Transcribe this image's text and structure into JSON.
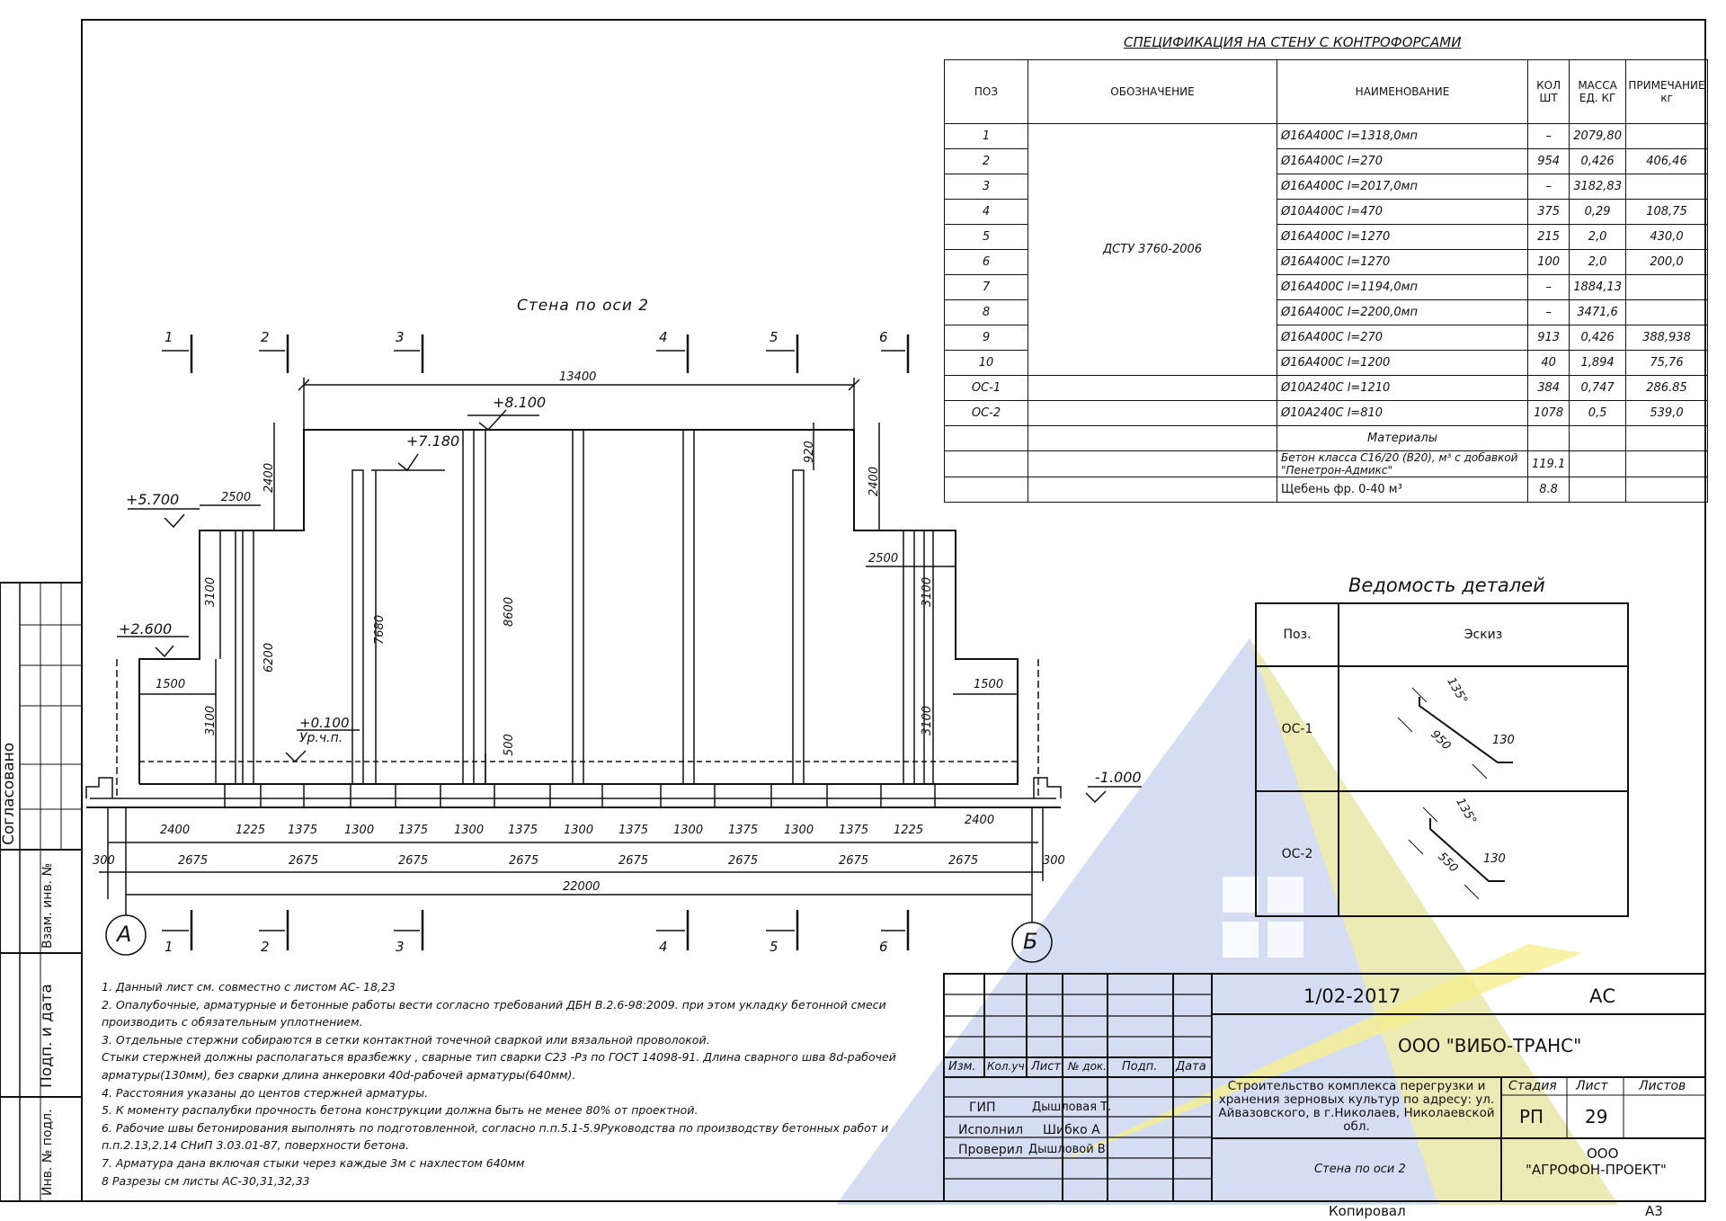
{
  "drawing": {
    "title": "Стена по оси 2",
    "levels": [
      "+8.100",
      "+7.180",
      "+5.700",
      "+2.600",
      "+0.100",
      "Ур.ч.п.",
      "-1.000"
    ],
    "axis_marks": [
      "1",
      "2",
      "3",
      "4",
      "5",
      "6"
    ],
    "axes": [
      "А",
      "Б"
    ],
    "dims_top": [
      "13400",
      "2500",
      "2500",
      "2400",
      "2400",
      "920",
      "1500",
      "1500"
    ],
    "dims_vertical": [
      "3100",
      "6200",
      "7680",
      "8600",
      "500",
      "3100",
      "3100",
      "3100"
    ],
    "dims_row1": [
      "2400",
      "1225",
      "1375",
      "1300",
      "1375",
      "1300",
      "1375",
      "1300",
      "1375",
      "1300",
      "1375",
      "1300",
      "1375",
      "1225",
      "2400"
    ],
    "dims_row2": [
      "300",
      "2675",
      "2675",
      "2675",
      "2675",
      "2675",
      "2675",
      "2675",
      "2675",
      "300"
    ],
    "dim_total": "22000"
  },
  "spec": {
    "title": "СПЕЦИФИКАЦИЯ НА СТЕНУ С КОНТРОФОРСАМИ",
    "headers": [
      "ПОЗ",
      "ОБОЗНАЧЕНИЕ",
      "НАИМЕНОВАНИЕ",
      "КОЛ ШТ",
      "МАССА ЕД. КГ",
      "ПРИМЕЧАНИЕ кг"
    ],
    "designation": "ДСТУ 3760-2006",
    "rows": [
      {
        "pos": "1",
        "name": "Ø16А400С  l=1318,0мп",
        "qty": "–",
        "mass": "2079,80",
        "note": ""
      },
      {
        "pos": "2",
        "name": "Ø16А400С  l=270",
        "qty": "954",
        "mass": "0,426",
        "note": "406,46"
      },
      {
        "pos": "3",
        "name": "Ø16А400С  l=2017,0мп",
        "qty": "–",
        "mass": "3182,83",
        "note": ""
      },
      {
        "pos": "4",
        "name": "Ø10А400С  l=470",
        "qty": "375",
        "mass": "0,29",
        "note": "108,75"
      },
      {
        "pos": "5",
        "name": "Ø16А400С  l=1270",
        "qty": "215",
        "mass": "2,0",
        "note": "430,0"
      },
      {
        "pos": "6",
        "name": "Ø16А400С  l=1270",
        "qty": "100",
        "mass": "2,0",
        "note": "200,0"
      },
      {
        "pos": "7",
        "name": "Ø16А400С  l=1194,0мп",
        "qty": "–",
        "mass": "1884,13",
        "note": ""
      },
      {
        "pos": "8",
        "name": "Ø16А400С  l=2200,0мп",
        "qty": "–",
        "mass": "3471,6",
        "note": ""
      },
      {
        "pos": "9",
        "name": "Ø16А400С  l=270",
        "qty": "913",
        "mass": "0,426",
        "note": "388,938"
      },
      {
        "pos": "10",
        "name": "Ø16А400С  l=1200",
        "qty": "40",
        "mass": "1,894",
        "note": "75,76"
      },
      {
        "pos": "ОС-1",
        "name": "Ø10А240С  l=1210",
        "qty": "384",
        "mass": "0,747",
        "note": "286.85"
      },
      {
        "pos": "ОС-2",
        "name": "Ø10А240С  l=810",
        "qty": "1078",
        "mass": "0,5",
        "note": "539,0"
      }
    ],
    "materials_label": "Материалы",
    "concrete": "Бетон класса С16/20 (В20),  м³ с добавкой \"Пенетрон-Адмикс\"",
    "concrete_qty": "119.1",
    "gravel": "Щебень фр. 0-40 м³",
    "gravel_qty": "8.8"
  },
  "details": {
    "title": "Ведомость деталей",
    "header_pos": "Поз.",
    "header_sketch": "Эскиз",
    "items": [
      {
        "pos": "ОС-1",
        "angle": "135°",
        "len": "950",
        "hook": "130"
      },
      {
        "pos": "ОС-2",
        "angle": "135°",
        "len": "550",
        "hook": "130"
      }
    ]
  },
  "notes": [
    "1. Данный лист см. совместно с листом АС- 18,23",
    "2. Опалубочные, арматурные и бетонные работы вести согласно требований ДБН В.2.6-98:2009. при этом укладку бетонной смеси",
    "производить с обязательным уплотнением.",
    "3. Отдельные стержни собираются в сетки контактной точечной сваркой или вязальной проволокой.",
    "Стыки стержней должны располагаться вразбежку , сварные тип сварки С23 -Рз по ГОСТ 14098-91. Длина сварного шва 8d-рабочей",
    "арматуры(130мм), без сварки длина анкеровки 40d-рабочей арматуры(640мм).",
    "4. Расстояния указаны до центов стержней арматуры.",
    "5. К моменту распалубки прочность бетона конструкции должна быть не менее 80% от проектной.",
    "6. Рабочие швы бетонирования выполнять по подготовленной, согласно п.п.5.1-5.9Руководства  по производству бетонных работ и",
    "п.п.2.13,2.14 СНиП 3.03.01-87, поверхности бетона.",
    "7. Арматура дана включая стыки через каждые 3м с нахлестом 640мм",
    "8 Разрезы см листы АС-30,31,32,33"
  ],
  "side_stamp": {
    "agreed": "Согласовано",
    "replace": "Взам. инв. №",
    "sign_date": "Подп. и дата",
    "inv": "Инв. № подл."
  },
  "stamp": {
    "code": "1/02-2017",
    "section": "АС",
    "company": "ООО \"ВИБО-ТРАНС\"",
    "cols": [
      "Изм.",
      "Кол.уч",
      "Лист",
      "№ док.",
      "Подп.",
      "Дата"
    ],
    "roles": [
      {
        "role": "ГИП",
        "name": "Дышловая Т."
      },
      {
        "role": "Исполнил",
        "name": "Шибко А"
      },
      {
        "role": "Проверил",
        "name": "Дышловой В"
      }
    ],
    "project": "Строительство комплекса перегрузки и хранения зерновых культур по адресу: ул. Айвазовского, в г.Николаев, Николаевской обл.",
    "stage_label": "Стадия",
    "sheet_label": "Лист",
    "sheets_label": "Листов",
    "stage": "РП",
    "sheet": "29",
    "sheets": "",
    "sheet_name": "Стена по оси 2",
    "org_line1": "ООО",
    "org_line2": "\"АГРОФОН-ПРОЕКТ\"",
    "copied": "Копировал",
    "format": "А3"
  }
}
